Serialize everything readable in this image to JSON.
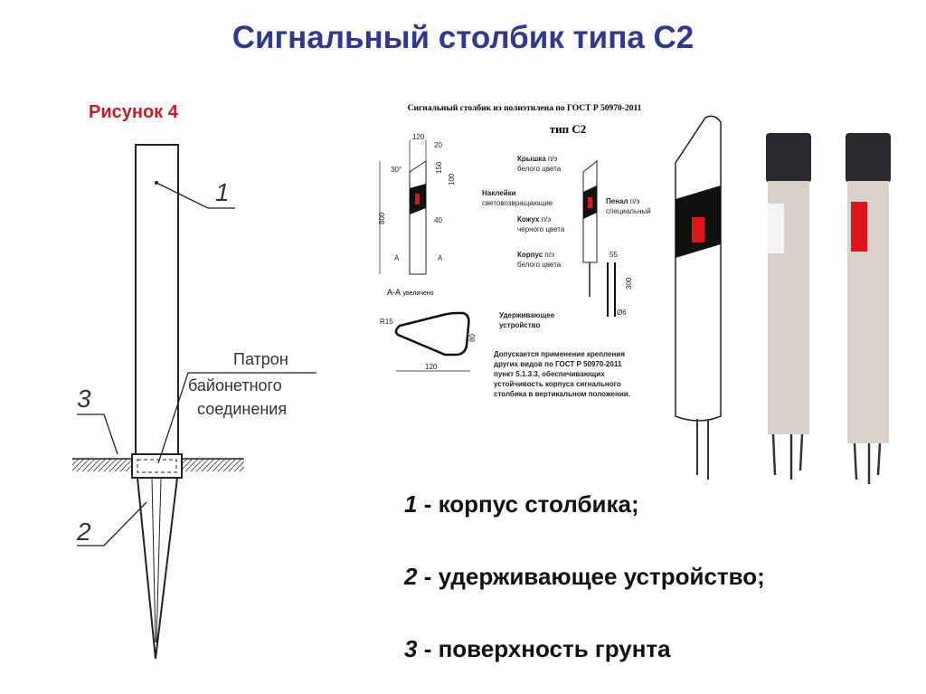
{
  "title": "Сигнальный столбик типа С2",
  "figure_label": "Рисунок 4",
  "left_drawing": {
    "label_1": "1",
    "label_2": "2",
    "label_3": "3",
    "cartridge_line1": "Патрон",
    "cartridge_line2": "байонетного",
    "cartridge_line3": "соединения"
  },
  "tech_drawing": {
    "heading": "Сигнальный столбик из полиэтилена по ГОСТ Р 50970-2011",
    "subheading": "тип С2",
    "dims": {
      "w120": "120",
      "d20": "20",
      "angle": "30°",
      "d150": "150",
      "d100": "100",
      "d800": "800",
      "d40": "40",
      "a": "А",
      "d55": "55",
      "d300": "300",
      "d6": "Ø6",
      "r15": "R15",
      "d80": "80",
      "w120b": "120"
    },
    "section_label": "А-А",
    "section_note": "увеличено",
    "cap_bold": "Крышка",
    "cap_rest": "п/э",
    "cap_line2": "белого цвета",
    "stickers_bold": "Наклейки",
    "stickers_line2": "световозвращающие",
    "casing_bold": "Кожух",
    "casing_rest": "п/э",
    "casing_line2": "черного цвета",
    "body_bold": "Корпус",
    "body_rest": "п/э",
    "body_line2": "белого цвета",
    "case_bold": "Пенал",
    "case_rest": "п/э",
    "case_line2": "специальный",
    "holder_line1": "Удерживающее",
    "holder_line2": "устройство",
    "note_lines": [
      "Допускается применение крепления",
      "других видов по ГОСТ Р 50970-2011",
      "пункт 5.1.3.3, обеспечивающих",
      "устойчивость корпуса сигнального",
      "столбика в вертикальном положении."
    ]
  },
  "legend": [
    {
      "num": "1",
      "text": " - корпус столбика;"
    },
    {
      "num": "2",
      "text": " - удерживающее устройство;"
    },
    {
      "num": "3",
      "text": " - поверхность грунта"
    }
  ],
  "colors": {
    "title": "#2f3a8f",
    "figure": "#c0202a",
    "reflector": "#e0141b"
  }
}
